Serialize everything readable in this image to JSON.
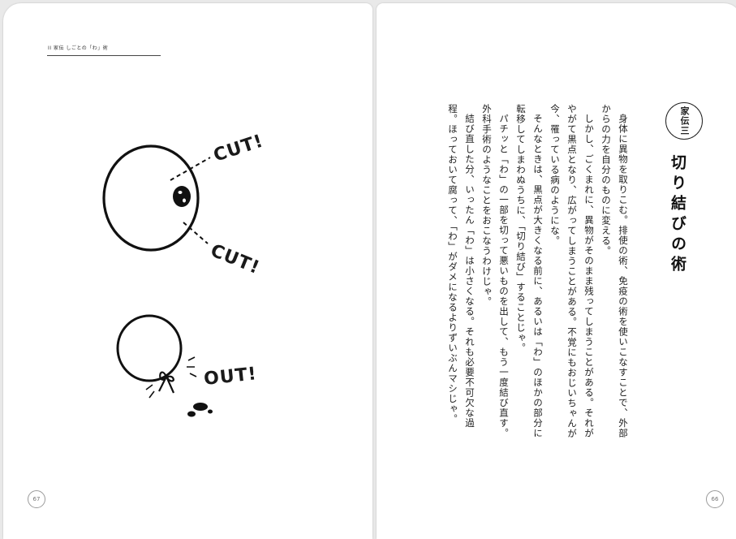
{
  "book": {
    "left_page": {
      "running_header": "II 家伝 しごとの「わ」術",
      "page_number": "67",
      "illustration_labels": [
        "CUT!",
        "CUT!",
        "OUT!"
      ]
    },
    "right_page": {
      "page_number": "66",
      "badge": "家伝三",
      "chapter_title": "切り結びの術",
      "paragraphs": [
        "身体に異物を取りこむ。排使の術、免疫の術を使いこなすことで、外部からの力を自分のものに変える。",
        "しかし、ごくまれに、異物がそのまま残ってしまうことがある。それがやがて黒点となり、広がってしまうことがある。不覚にもおじいちゃんが今、罹っている病のようにな。",
        "そんなときは、黒点が大きくなる前に、あるいは「わ」のほかの部分に転移してしまわぬうちに、「切り結び」することじゃ。",
        "パチッと「わ」の一部を切って悪いものを出して、もう一度結び直す。外科手術のようなことをおこなうわけじゃ。",
        "結び直した分、いったん「わ」は小さくなる。それも必要不可欠な過程。ほっておいて腐って、「わ」がダメになるよりずいぶんマシじゃ。"
      ]
    }
  }
}
